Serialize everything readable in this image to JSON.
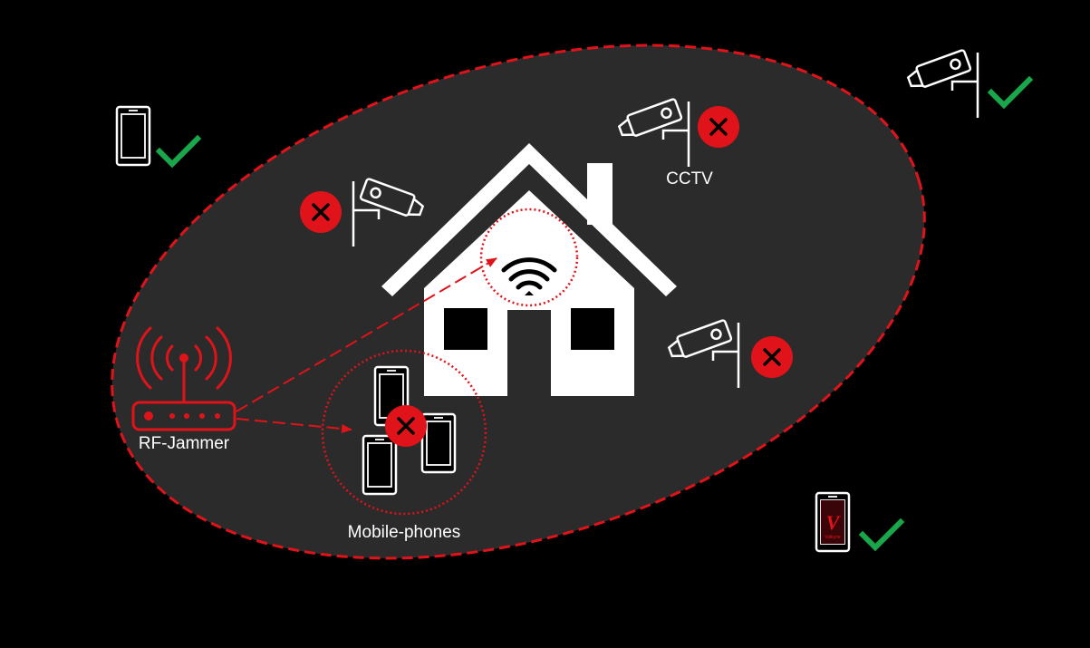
{
  "colors": {
    "background": "#000000",
    "zone_fill": "#2b2b2b",
    "zone_border": "#e0131a",
    "blocked": "#e0131a",
    "allowed": "#1aa64a",
    "device": "#ffffff"
  },
  "labels": {
    "cctv": "CCTV",
    "wifi": "WI-FI",
    "jammer": "RF-Jammer",
    "phones": "Mobile-phones",
    "logo_mark": "V",
    "logo_text": "Valkyrie"
  },
  "icons": {
    "jammer": "router-antenna-icon",
    "wifi": "wifi-icon",
    "camera": "cctv-camera-icon",
    "phone": "smartphone-icon",
    "blocked": "x-circle-icon",
    "allowed": "checkmark-icon",
    "house": "house-icon"
  }
}
